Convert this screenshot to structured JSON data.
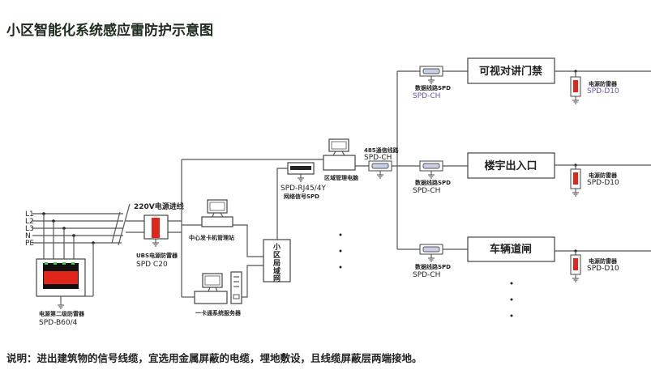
{
  "title": "小区智能化系统感应雷防护示意图",
  "note": "说明：进出建筑物的信号线缆，宜选用金属屏蔽的电缆，埋地敷设，且线缆屏蔽层两端接地。",
  "colors": {
    "spd_red": "#e0251b",
    "purple": "#6a4fb3",
    "line": "#555555"
  },
  "power_lines": [
    "L1",
    "L2",
    "L3",
    "N",
    "PE"
  ],
  "power_in_label": "220V电源进线",
  "spd_b60": {
    "name": "电源第二级防雷器",
    "model": "SPD-B60/4"
  },
  "spd_c20": {
    "name": "UBS电源防雷器",
    "model": "SPD C20"
  },
  "card_station": "中心发卡机管理站",
  "card_server": "一卡通系统服务器",
  "lan": [
    "小",
    "区",
    "局",
    "域",
    "网"
  ],
  "rj45": {
    "model": "SPD-RJ45/4Y",
    "name": "网络信号SPD"
  },
  "region_pc": "区域管理电脑",
  "rs485": {
    "name": "485通信线路",
    "model": "SPD-CH"
  },
  "branches": [
    {
      "label": "可视对讲门禁",
      "data_spd_name": "数据线路SPD",
      "data_spd_model": "SPD-CH",
      "power_spd_name": "电源防雷器",
      "power_spd_model": "SPD-D10"
    },
    {
      "label": "楼宇出入口",
      "data_spd_name": "数据线路SPD",
      "data_spd_model": "SPD-CH",
      "power_spd_name": "电源防雷器",
      "power_spd_model": "SPD-D10"
    },
    {
      "label": "车辆道闸",
      "data_spd_name": "数据线路SPD",
      "data_spd_model": "SPD-CH",
      "power_spd_name": "电源防雷器",
      "power_spd_model": "SPD-D10"
    }
  ]
}
